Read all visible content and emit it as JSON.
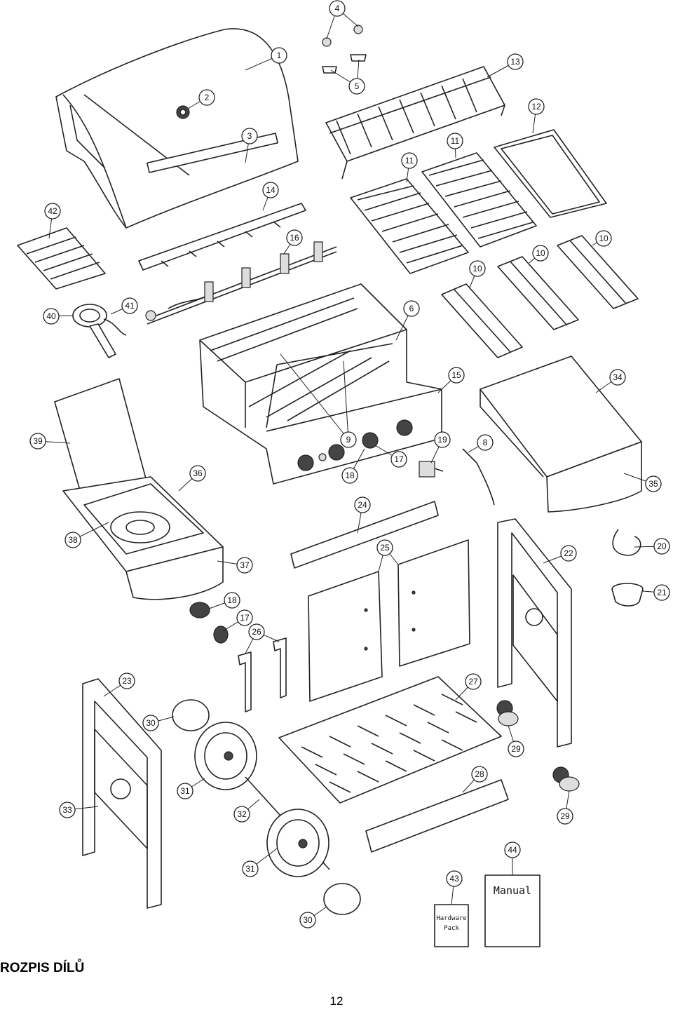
{
  "section_title": "ROZPIS DÍLŮ",
  "page_number": "12",
  "box_labels": {
    "hardware_pack_line1": "Hardware",
    "hardware_pack_line2": "Pack",
    "manual": "Manual"
  },
  "callouts": [
    "1",
    "2",
    "3",
    "4",
    "5",
    "6",
    "8",
    "9",
    "10",
    "10",
    "10",
    "11",
    "11",
    "12",
    "13",
    "14",
    "15",
    "16",
    "17",
    "17",
    "18",
    "18",
    "19",
    "20",
    "21",
    "22",
    "23",
    "24",
    "25",
    "26",
    "27",
    "28",
    "29",
    "29",
    "30",
    "30",
    "31",
    "31",
    "32",
    "33",
    "34",
    "35",
    "36",
    "37",
    "38",
    "39",
    "40",
    "41",
    "42",
    "43",
    "44"
  ]
}
